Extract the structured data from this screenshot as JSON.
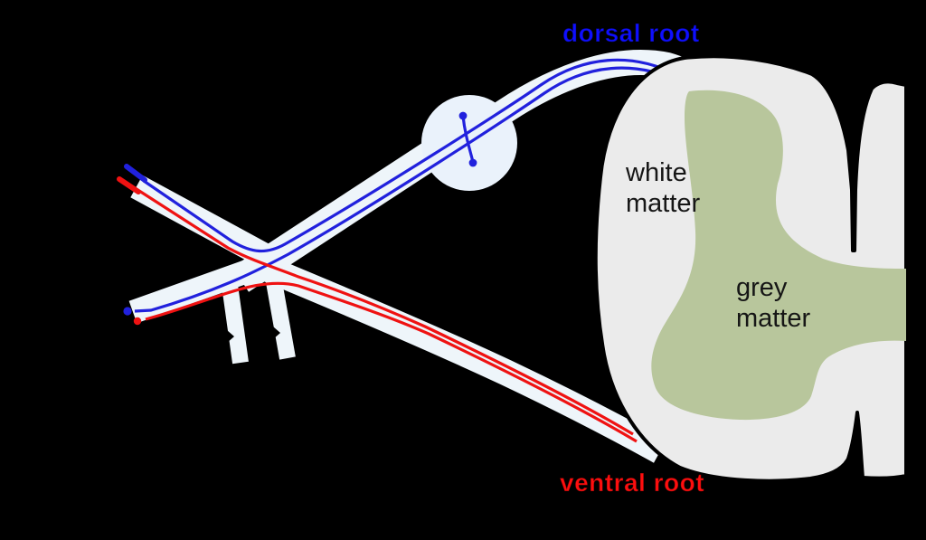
{
  "figure": {
    "subject": "spinal nerve cross-section diagram"
  },
  "labels": {
    "dorsal_root": "dorsal root",
    "ventral_root": "ventral root",
    "white_matter": "white\nmatter",
    "grey_matter": "grey\nmatter"
  },
  "colors": {
    "background": "#000000",
    "dorsal_root_label": "#0f0fff",
    "ventral_root_label": "#ff0e0e",
    "matter_label": "#161616",
    "nerve_sheath": "#eef5fa",
    "ganglion_fill": "#eaf2fb",
    "white_matter_fill": "#ebebeb",
    "grey_matter_fill": "#b8c69c",
    "cord_outline": "#000000",
    "sensory_fiber_blue": "#2121dd",
    "motor_fiber_red": "#ef1212"
  }
}
